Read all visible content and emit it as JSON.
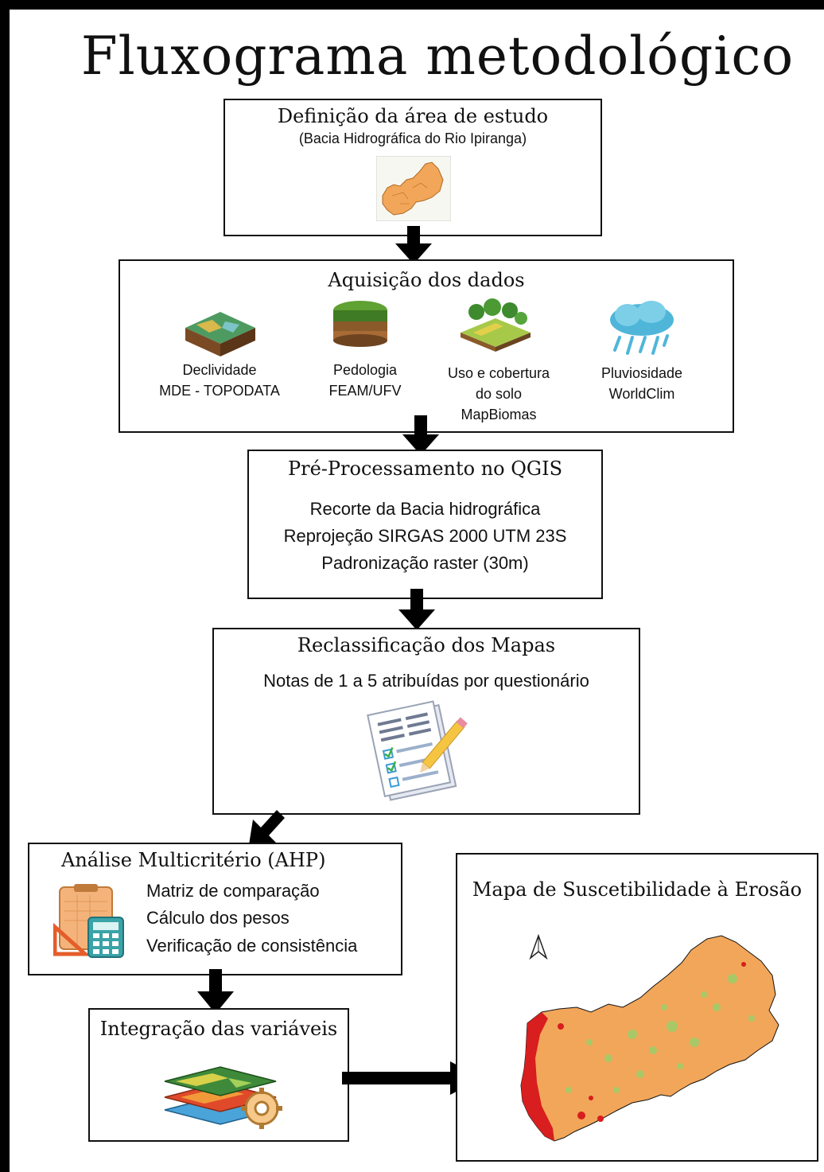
{
  "title": "Fluxograma metodológico",
  "step1": {
    "heading": "Definição da área de estudo",
    "subheading": "(Bacia Hidrográfica do Rio  Ipiranga)"
  },
  "step2": {
    "heading": "Aquisição dos dados",
    "items": [
      {
        "line1": "Declividade",
        "line2": "MDE - TOPODATA",
        "icon": "terrain-block-icon"
      },
      {
        "line1": "Pedologia",
        "line2": "FEAM/UFV",
        "icon": "soil-layers-icon"
      },
      {
        "line1": "Uso e cobertura",
        "line2": "do solo",
        "line3": "MapBiomas",
        "icon": "land-use-icon"
      },
      {
        "line1": "Pluviosidade",
        "line2": "WorldClim",
        "icon": "rain-cloud-icon"
      }
    ]
  },
  "step3": {
    "heading": "Pré-Processamento no QGIS",
    "lines": [
      "Recorte da Bacia hidrográfica",
      "Reprojeção SIRGAS 2000 UTM 23S",
      "Padronização raster (30m)"
    ]
  },
  "step4": {
    "heading": "Reclassificação dos Mapas",
    "text": "Notas de 1 a 5 atribuídas por questionário"
  },
  "step5": {
    "heading": "Análise Multicritério (AHP)",
    "lines": [
      "Matriz de comparação",
      "Cálculo dos pesos",
      "Verificação de consistência"
    ]
  },
  "step6": {
    "heading": "Integração das variáveis"
  },
  "result": {
    "heading": "Mapa  de Suscetibilidade à Erosão"
  },
  "colors": {
    "map_orange": "#f2a65a",
    "erosion_red": "#d81e1e",
    "vegetation_green": "#9ccf6a",
    "outline": "#111111"
  }
}
